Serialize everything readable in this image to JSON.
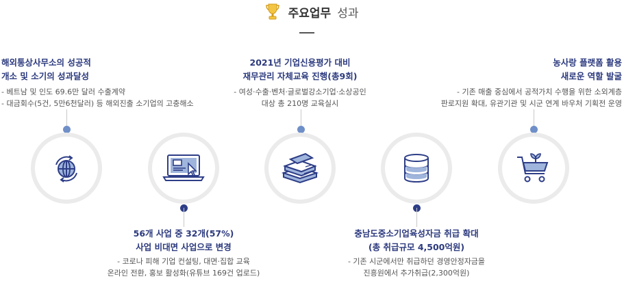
{
  "header": {
    "title_bold": "주요업무",
    "title_light": "성과"
  },
  "items": [
    {
      "title_lines": [
        "해외통상사무소의 성공적",
        "개소 및 소기의 성과달성"
      ],
      "desc_lines": [
        "- 베트남 및 인도 69.6만 달러 수출계약",
        "- 대금회수(5건, 5만6천달러) 등 해외진출 소기업의 고충해소"
      ],
      "icon": "globe-refresh-icon"
    },
    {
      "title_lines": [
        "56개 사업 중 32개(57%)",
        "사업 비대면 사업으로 변경"
      ],
      "desc_lines": [
        "- 코로나 피해 기업 컨설팅, 대면·집합 교육",
        "온라인 전환, 홍보 활성화(유튜브 169건 업로드)"
      ],
      "icon": "laptop-cursor-icon"
    },
    {
      "title_lines": [
        "2021년 기업신용평가 대비",
        "재무관리 자체교육 진행(총9회)"
      ],
      "desc_lines": [
        "- 여성·수출·벤처·글로벌강소기업·소상공인",
        "대상 총 210명 교육실시"
      ],
      "icon": "books-icon"
    },
    {
      "title_lines": [
        "충남도중소기업육성자금 취급 확대",
        "(총 취급규모 4,500억원)"
      ],
      "desc_lines": [
        "- 기존 시군에서만 취급하던 경영안정자금을",
        "진흥원에서 추가취급(2,300억원)"
      ],
      "icon": "database-icon"
    },
    {
      "title_lines": [
        "농사랑 플랫폼 활용",
        "새로운 역할 발굴"
      ],
      "desc_lines": [
        "- 기존 매출 중심에서 공적가치 수행을 위한 소외계층",
        "판로지원 확대, 유관기관 및 시군 연계 바우처 기획전 운영"
      ],
      "icon": "cart-sprout-icon"
    }
  ],
  "colors": {
    "title": "#2c3a7e",
    "dot_light": "#6f8fc8",
    "dot_dark": "#2d3d87",
    "icon_fill": "#9fb5dc",
    "icon_stroke": "#2d3d87"
  }
}
